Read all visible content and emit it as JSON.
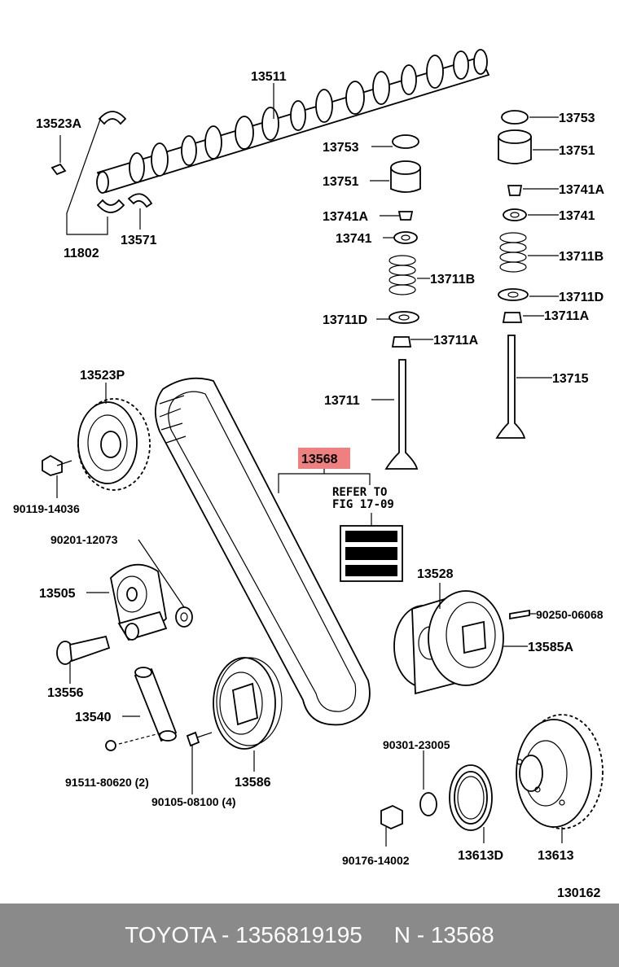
{
  "labels": {
    "p13511": "13511",
    "p13523A": "13523A",
    "p11802": "11802",
    "p13571": "13571",
    "p13753_l": "13753",
    "p13751_l": "13751",
    "p13741A_l": "13741A",
    "p13741_l": "13741",
    "p13711B_l": "13711B",
    "p13711D_l": "13711D",
    "p13711A_l": "13711A",
    "p13711": "13711",
    "p13753_r": "13753",
    "p13751_r": "13751",
    "p13741A_r": "13741A",
    "p13741_r": "13741",
    "p13711B_r": "13711B",
    "p13711D_r": "13711D",
    "p13711A_r": "13711A",
    "p13715": "13715",
    "p13523P": "13523P",
    "p90119": "90119-14036",
    "p13568": "13568",
    "refer1": "REFER TO",
    "refer2": "FIG 17-09",
    "p90201": "90201-12073",
    "p13505": "13505",
    "p13528": "13528",
    "p90250": "90250-06068",
    "p13585A": "13585A",
    "p13556": "13556",
    "p13540": "13540",
    "p91511": "91511-80620 (2)",
    "p90105": "90105-08100 (4)",
    "p13586": "13586",
    "p90301": "90301-23005",
    "p90176": "90176-14002",
    "p13613D": "13613D",
    "p13613": "13613",
    "diagram_no": "130162"
  },
  "highlight_color": "#f08080",
  "footer": {
    "text": "TOYOTA - 1356819195     N - 13568",
    "background": "#8a8a8a",
    "color": "#ffffff"
  }
}
